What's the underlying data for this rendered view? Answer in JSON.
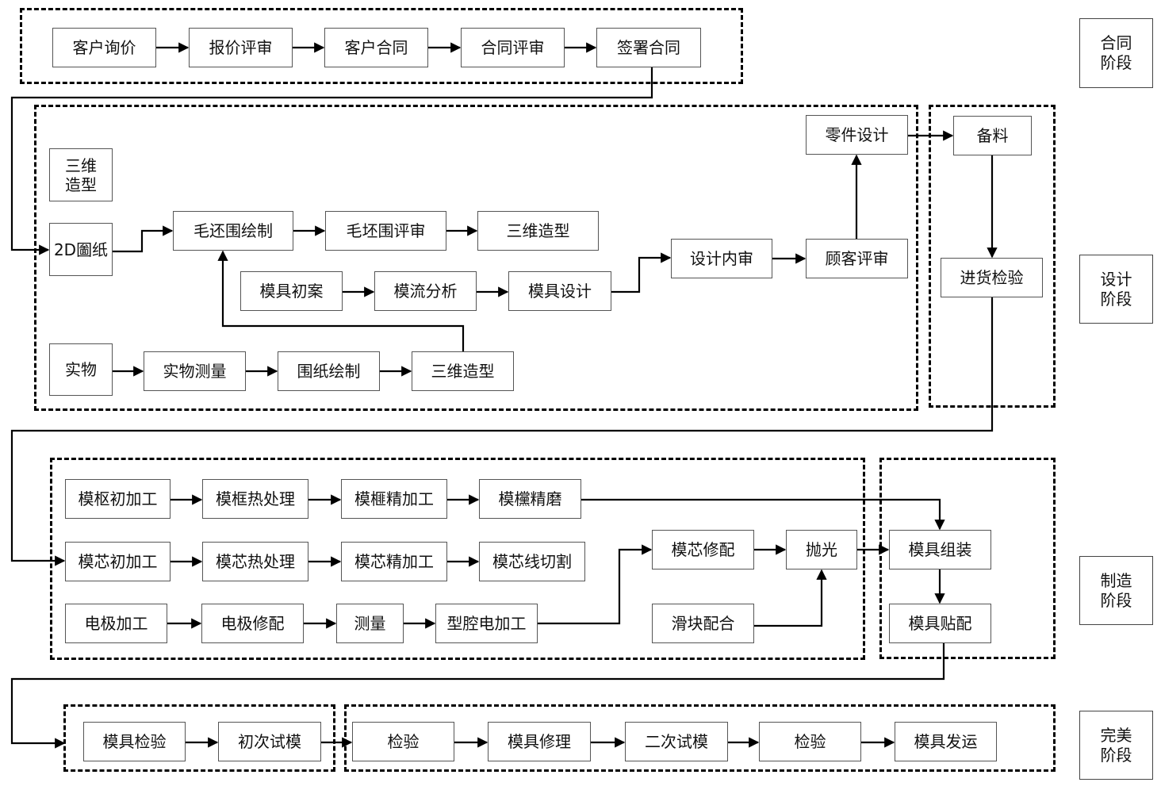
{
  "title": "模具制造流程图",
  "stages": {
    "contract": "合同\n阶段",
    "design": "设计\n阶段",
    "manufacture": "制造\n阶段",
    "perfect": "完美\n阶段"
  },
  "contract_phase": {
    "steps": [
      "客户询价",
      "报价评审",
      "客户合同",
      "合同评审",
      "签署合同"
    ]
  },
  "design_phase": {
    "label_3d": "三维\n造型",
    "drawing_2d": "2D圗纸",
    "blank_drawing": "毛还围绘制",
    "blank_review": "毛坯围评审",
    "modeling_3d_a": "三维造型",
    "mold_draft": "模具初案",
    "flow_analysis": "模流分析",
    "mold_design": "模具设计",
    "design_internal_review": "设计内审",
    "customer_review": "顾客评审",
    "part_design": "零件设计",
    "physical": "实物",
    "physical_measure": "实物测量",
    "drawing": "围纸绘制",
    "modeling_3d_b": "三维造型"
  },
  "material_phase": {
    "prepare": "备料",
    "incoming_inspection": "进货检验"
  },
  "manufacture_phase": {
    "row1": [
      "模枢初加工",
      "模框热处理",
      "模榧精加工",
      "模欓精磨"
    ],
    "row2": [
      "模芯初加工",
      "模芯热处理",
      "模芯精加工",
      "模芯线切割"
    ],
    "row3": [
      "电极加工",
      "电极修配",
      "测量",
      "型腔电加工"
    ],
    "core_fitting": "模芯修配",
    "polish": "抛光",
    "slider_fitting": "滑块配合",
    "assembly": "模具组装",
    "spotting": "模具贴配"
  },
  "perfect_phase": {
    "trial_group": [
      "模具检验",
      "初次试模"
    ],
    "final_group": [
      "检验",
      "模具修理",
      "二次试模",
      "检验",
      "模具发运"
    ]
  }
}
